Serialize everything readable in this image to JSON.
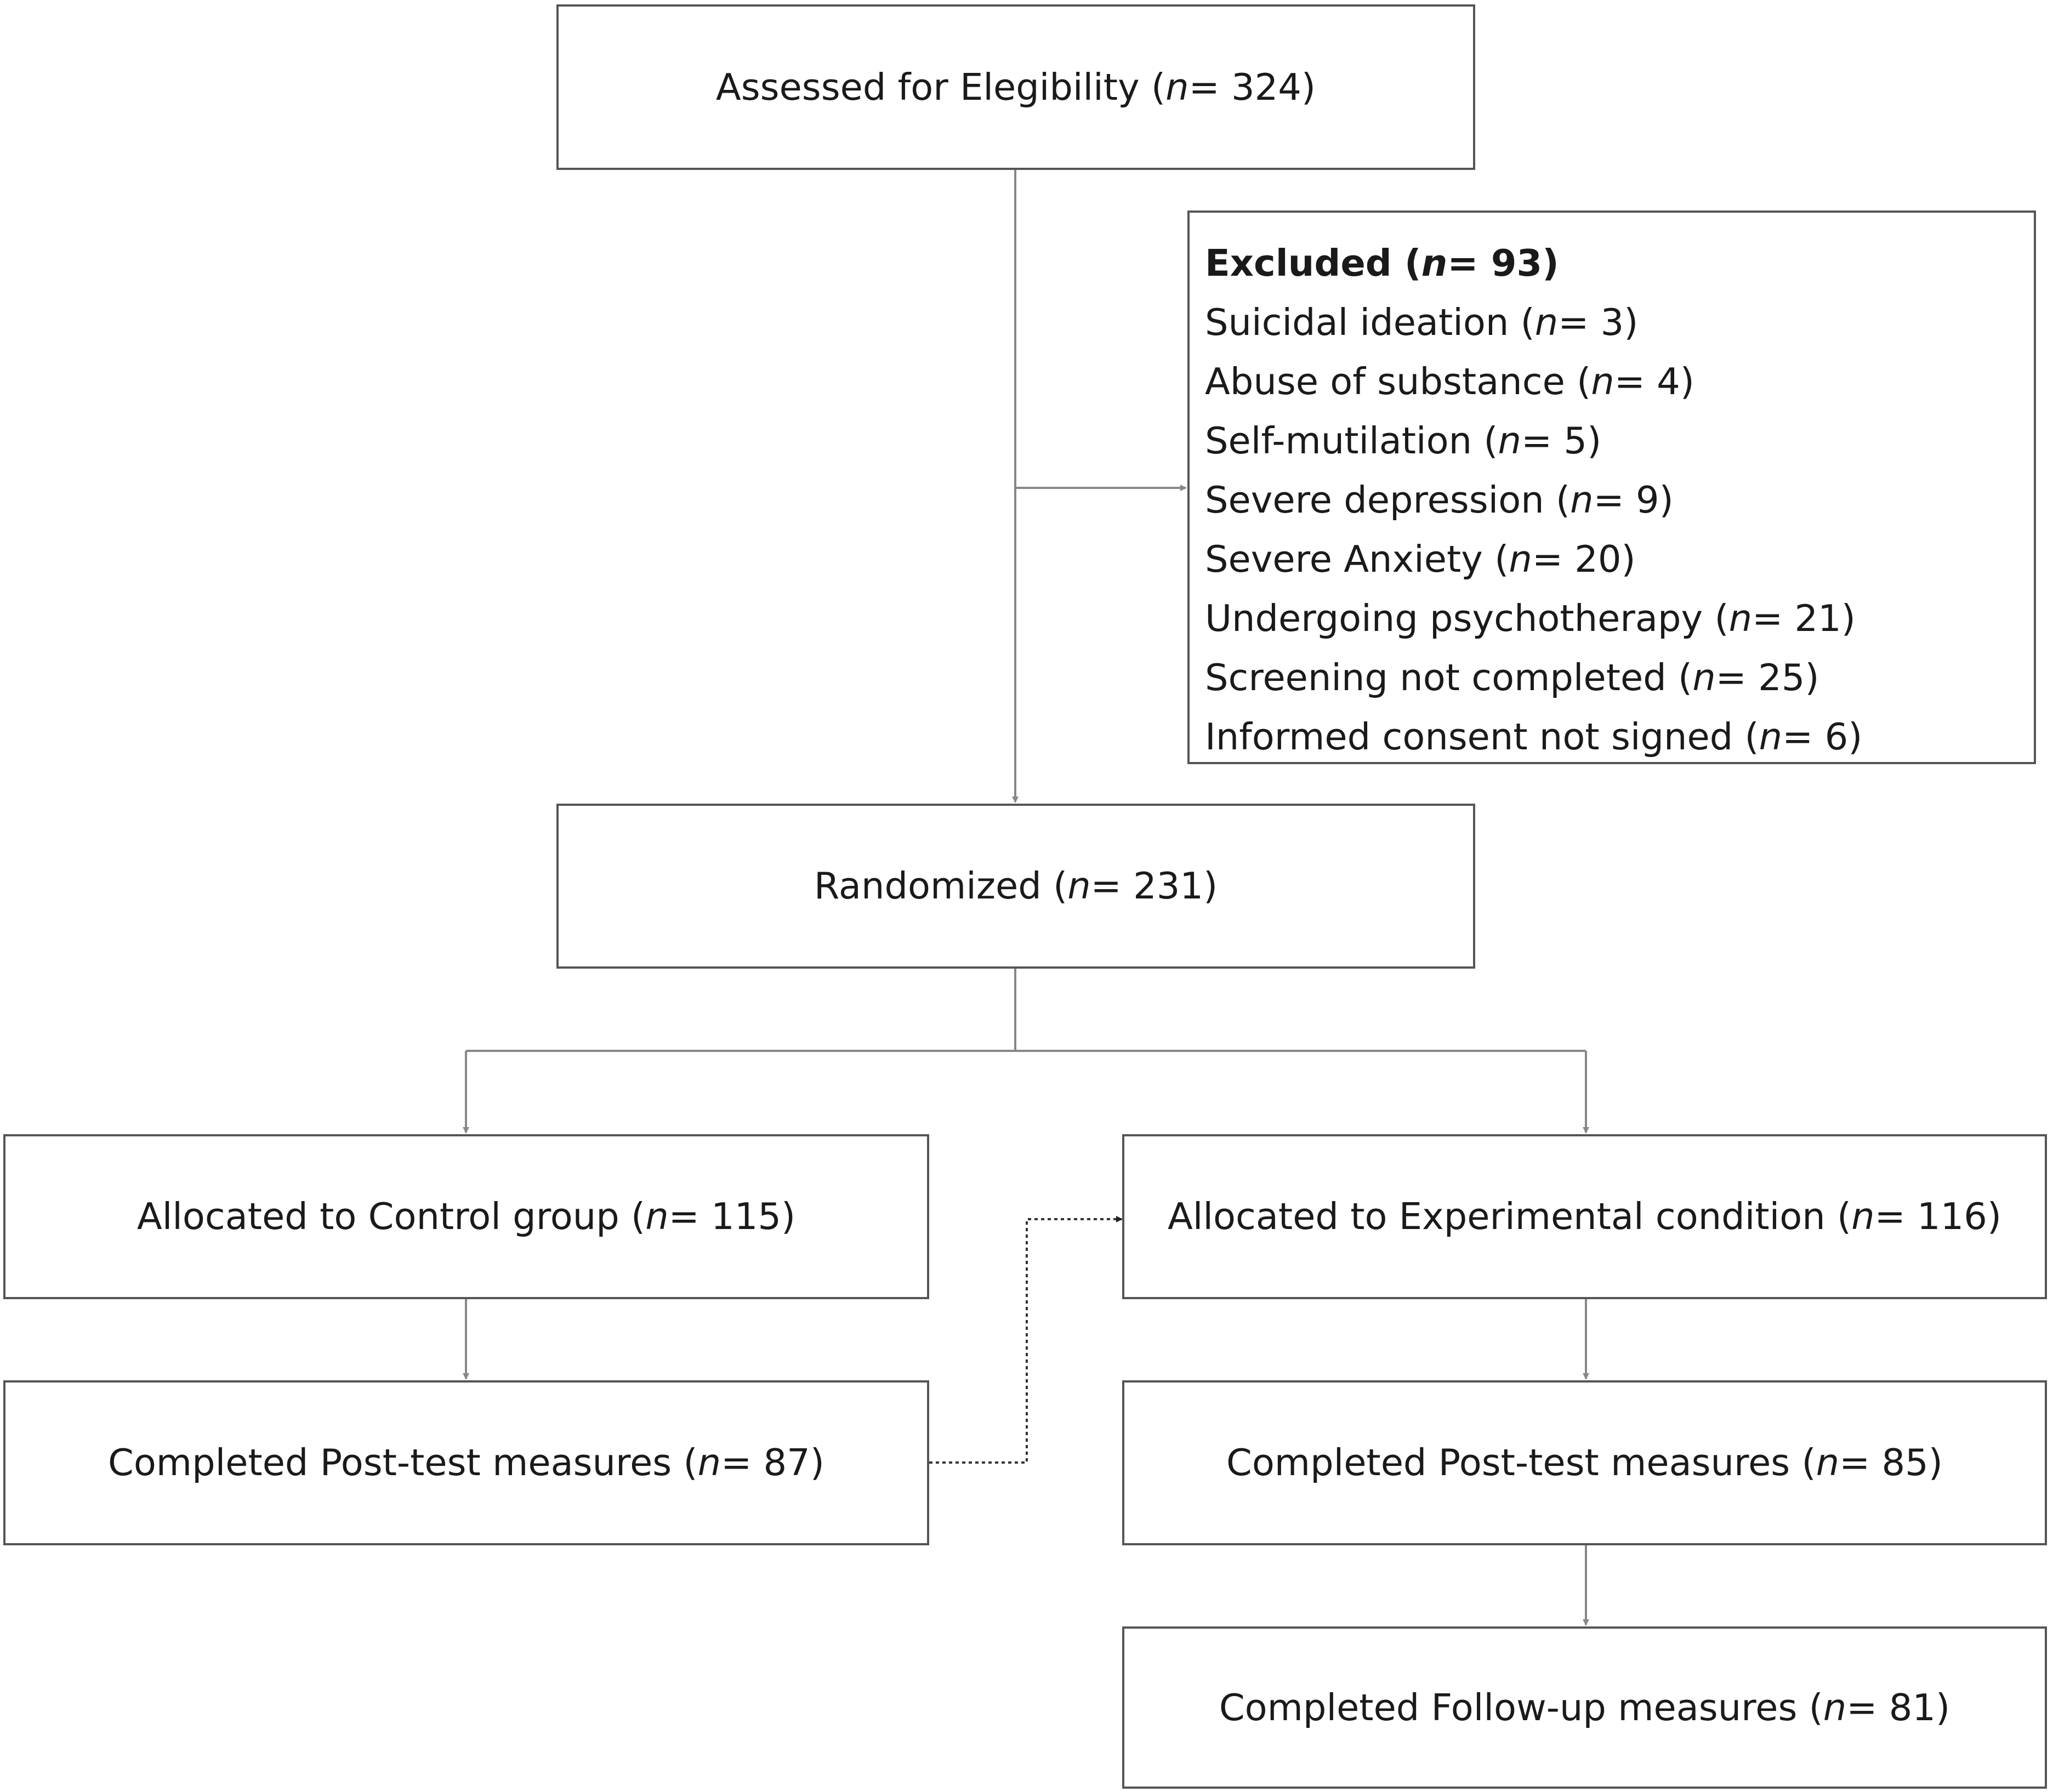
{
  "boxes": {
    "assessed": {
      "text": "Assessed for Elegibility (",
      "n": "n",
      "value": " = 324)"
    },
    "randomized": {
      "text": "Randomized (",
      "n": "n",
      "value": " = 231)"
    },
    "control": {
      "text": "Allocated to Control group (",
      "n": "n",
      "value": " = 115)"
    },
    "experimental": {
      "text": "Allocated to Experimental condition (",
      "n": "n",
      "value": "= 116)"
    },
    "control_post": {
      "text": "Completed Post-test measures (",
      "n": "n",
      "value": " = 87)"
    },
    "experimental_post": {
      "text": "Completed Post-test measures (",
      "n": "n",
      "value": " = 85)"
    },
    "followup": {
      "text": "Completed Follow-up measures (",
      "n": "n",
      "value": " = 81)"
    }
  },
  "excluded": {
    "header": {
      "text": "Excluded (",
      "n": "n",
      "value": " = 93)"
    },
    "reasons": [
      {
        "text": "Suicidal ideation (",
        "n": "n",
        "value": " = 3)"
      },
      {
        "text": "Abuse of substance (",
        "n": "n",
        "value": " = 4)"
      },
      {
        "text": "Self-mutilation (",
        "n": "n",
        "value": " = 5)"
      },
      {
        "text": "Severe depression (",
        "n": "n",
        "value": " = 9)"
      },
      {
        "text": "Severe Anxiety (",
        "n": "n",
        "value": " = 20)"
      },
      {
        "text": "Undergoing psychotherapy (",
        "n": "n",
        "value": " = 21)"
      },
      {
        "text": "Screening not completed (",
        "n": "n",
        "value": " = 25)"
      },
      {
        "text": "Informed consent not signed (",
        "n": "n",
        "value": "= 6)"
      }
    ]
  },
  "colors": {
    "line": "#888888",
    "border": "#555555",
    "text": "#1a1a1a"
  }
}
